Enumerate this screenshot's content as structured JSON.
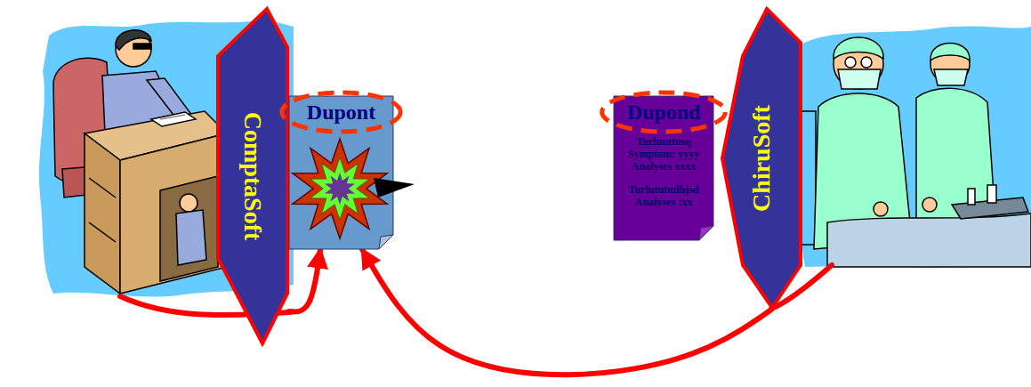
{
  "diagram": {
    "nodes": [
      {
        "text": [
          "ComptaSoft"
        ]
      },
      {
        "text": [
          "Dupont"
        ]
      },
      {
        "text": [
          "Dupond",
          "Turlututusq",
          "Symptom: yyyy",
          "Analyses xxxx",
          "Turlututudhjsd",
          "Analyses :xx"
        ]
      },
      {
        "text": [
          "ChiruSoft"
        ]
      }
    ],
    "edges": [
      {
        "from": 0,
        "to": 1,
        "arrow": "to"
      },
      {
        "from": 3,
        "to": 1,
        "arrow": "to"
      }
    ]
  }
}
